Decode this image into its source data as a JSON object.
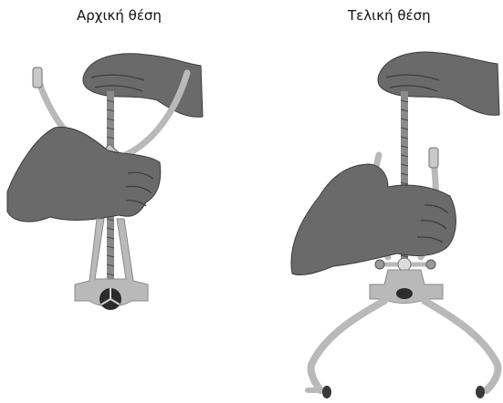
{
  "captions": {
    "left": "Αρχική θέση",
    "right": "Τελική θέση"
  },
  "colors": {
    "background": "#ffffff",
    "tool": "#b9b9b9",
    "tool_dark": "#6f6f6f",
    "skin": "#6a6a6a",
    "skin_dark": "#3c3c3c"
  },
  "figures": [
    {
      "name": "initial-position",
      "state": "jaws closed"
    },
    {
      "name": "final-position",
      "state": "jaws open"
    }
  ]
}
